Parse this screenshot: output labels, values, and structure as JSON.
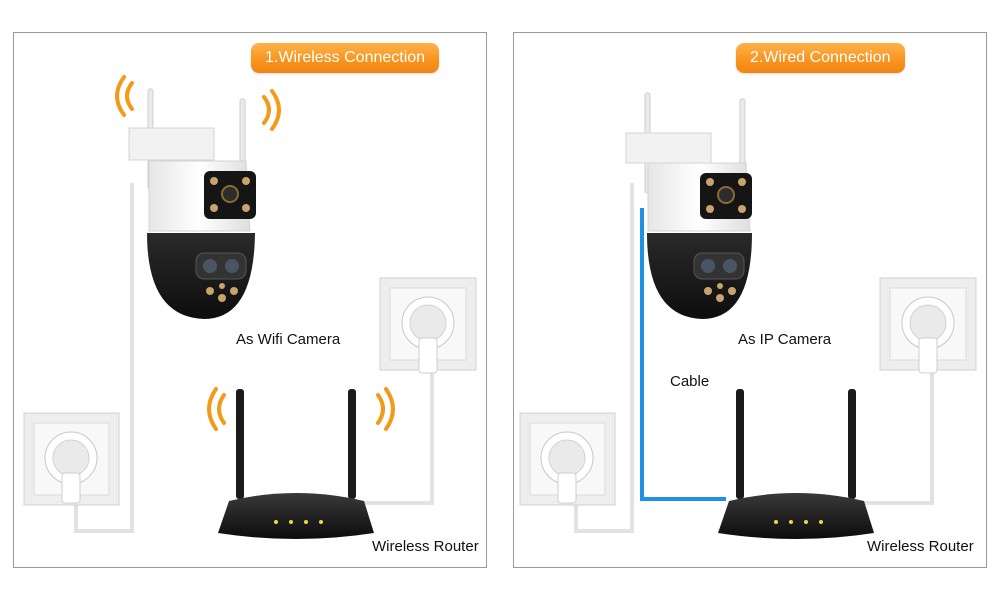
{
  "panels": {
    "left": {
      "title": "1.Wireless Connection",
      "camera_label": "As Wifi Camera",
      "router_label": "Wireless Router"
    },
    "right": {
      "title": "2.Wired Connection",
      "camera_label": "As IP Camera",
      "cable_label": "Cable",
      "router_label": "Wireless Router"
    }
  },
  "colors": {
    "accent": "#f7931e",
    "signal_waves": "#f39a1b",
    "ethernet_cable": "#1e90e6",
    "router_body": "#1a1a1a",
    "camera_lower": "#1b1b1b",
    "camera_upper": "#f4f4f4",
    "outlet": "#eeeeee",
    "panel_border": "#9a9a9a"
  },
  "icons": [
    "wifi-signal-icon",
    "ptz-camera",
    "wireless-router",
    "wall-outlet"
  ]
}
